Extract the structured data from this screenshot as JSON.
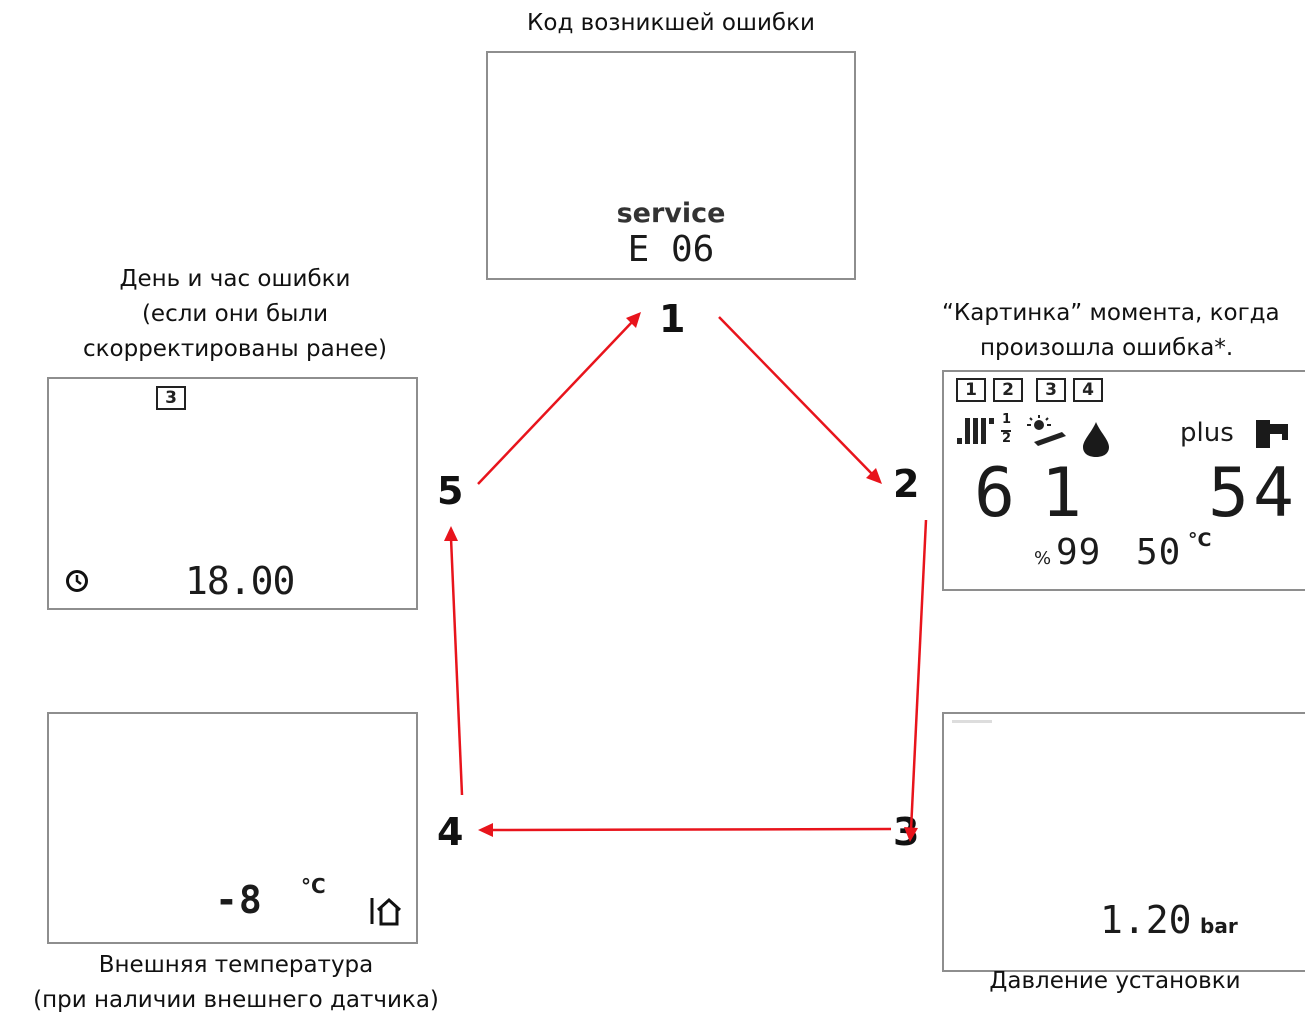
{
  "steps": [
    {
      "number": "1",
      "caption_lines": [
        "Код возникшей ошибки"
      ],
      "screen": {
        "line1": "service",
        "line2": "E 06"
      }
    },
    {
      "number": "2",
      "caption_lines": [
        "“Картинка” момента, когда",
        "произошла ошибка*."
      ],
      "screen": {
        "zones": [
          "1",
          "2",
          "3",
          "4"
        ],
        "fraction_top": "1",
        "fraction_bottom": "2",
        "plus_label": "plus",
        "left_value": "61",
        "right_value": "54",
        "percent_sign": "%",
        "percent_value": "99",
        "temp_value": "50",
        "temp_unit": "°C"
      }
    },
    {
      "number": "3",
      "caption_lines": [
        "Давление установки"
      ],
      "screen": {
        "value": "1.20",
        "unit": "bar"
      }
    },
    {
      "number": "4",
      "caption_lines": [
        "Внешняя температура",
        "(при наличии внешнего датчика)"
      ],
      "screen": {
        "value": "-8",
        "unit": "°C"
      }
    },
    {
      "number": "5",
      "caption_lines": [
        "День и час ошибки",
        "(если они были",
        "скорректированы ранее)"
      ],
      "screen": {
        "zone": "3",
        "time": "18.00"
      }
    }
  ],
  "colors": {
    "arrow": "#e8141c",
    "screen_border": "#8e8e8e",
    "lcd_text": "#1b1b1b"
  },
  "icons": [
    "radiator-icon",
    "sun-icon",
    "flame-drop-icon",
    "tap-icon",
    "clock-icon",
    "house-icon"
  ]
}
